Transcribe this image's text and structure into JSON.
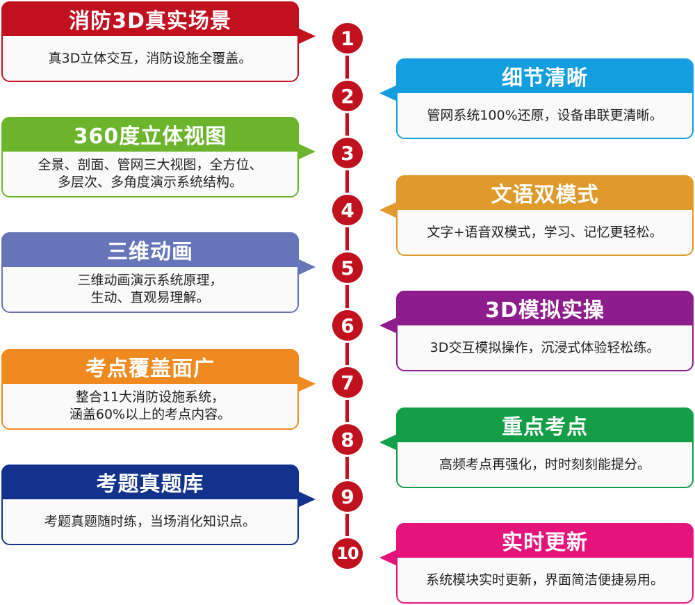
{
  "items": [
    {
      "num": "1",
      "title": "消防3D真实场景",
      "lines": [
        "真3D立体交互，消防设施全覆盖。"
      ],
      "color": "#c1111f"
    },
    {
      "num": "2",
      "title": "细节清晰",
      "lines": [
        "管网系统100%还原，设备串联更清晰。"
      ],
      "color": "#139ee0"
    },
    {
      "num": "3",
      "title": "360度立体视图",
      "lines": [
        "全景、剖面、管网三大视图，全方位、",
        "多层次、多角度演示系统结构。"
      ],
      "color": "#6cb42c"
    },
    {
      "num": "4",
      "title": "文语双模式",
      "lines": [
        "文字+语音双模式，学习、记忆更轻松。"
      ],
      "color": "#df9a2b"
    },
    {
      "num": "5",
      "title": "三维动画",
      "lines": [
        "三维动画演示系统原理，",
        "生动、直观易理解。"
      ],
      "color": "#6675b8"
    },
    {
      "num": "6",
      "title": "3D模拟实操",
      "lines": [
        "3D交互模拟操作，沉浸式体验轻松练。"
      ],
      "color": "#8d1d8c"
    },
    {
      "num": "7",
      "title": "考点覆盖面广",
      "lines": [
        "整合11大消防设施系统，",
        "涵盖60%以上的考点内容。"
      ],
      "color": "#ee8a1f"
    },
    {
      "num": "8",
      "title": "重点考点",
      "lines": [
        "高频考点再强化，时时刻刻能提分。"
      ],
      "color": "#139e47"
    },
    {
      "num": "9",
      "title": "考题真题库",
      "lines": [
        "考题真题随时练，当场消化知识点。"
      ],
      "color": "#13328c"
    },
    {
      "num": "10",
      "title": "实时更新",
      "lines": [
        "系统模块实时更新，界面简洁便捷易用。"
      ],
      "color": "#e5147c"
    }
  ]
}
